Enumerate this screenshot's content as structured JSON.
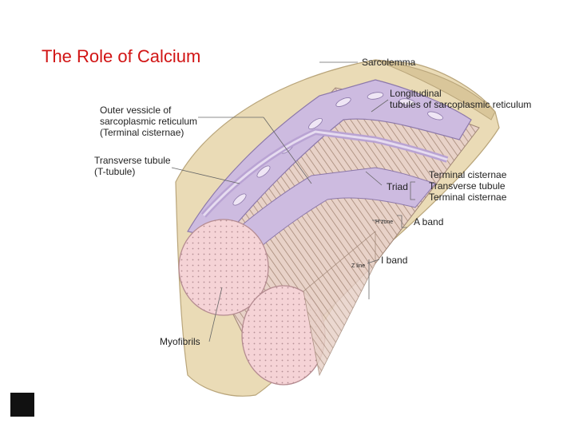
{
  "title": "The Role of Calcium",
  "labels": {
    "sarcolemma": "Sarcolemma",
    "longitudinal": "Longitudinal\ntubules of sarcoplasmic reticulum",
    "outer_vesicle": "Outer vessicle of\nsarcoplasmic reticulum\n(Terminal cisternae)",
    "t_tubule": "Transverse tubule\n(T-tubule)",
    "triad": "Triad",
    "triad_parts": "Terminal cisternae\nTransverse tubule\nTerminal cisternae",
    "h_zone": "H zone",
    "a_band": "A band",
    "z_line": "Z line",
    "i_band": "I band",
    "myofibrils": "Myofibrils"
  },
  "colors": {
    "title": "#d11414",
    "membrane": "#e9d8b4",
    "reticulum": "#c9b7dd",
    "myofibril": "#f5d3d6"
  }
}
